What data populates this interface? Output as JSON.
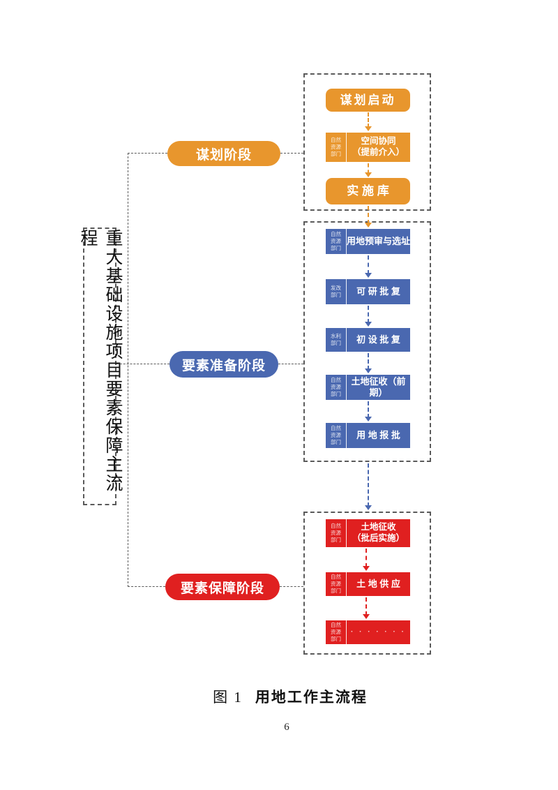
{
  "side_title": "重大基础设施项目要素保障主流程",
  "caption": {
    "figure_label": "图 1",
    "figure_title": "用地工作主流程"
  },
  "page_number": "6",
  "colors": {
    "orange": "#E8962D",
    "blue": "#4A68B0",
    "red": "#E02020"
  },
  "stages": [
    {
      "label": "谋划阶段",
      "color": "#E8962D",
      "steps": [
        {
          "dept": "",
          "label": "谋划启动"
        },
        {
          "dept": "自然\n资源\n部门",
          "label": "空间协同\n（提前介入）"
        },
        {
          "dept": "",
          "label": "实 施 库"
        }
      ]
    },
    {
      "label": "要素准备阶段",
      "color": "#4A68B0",
      "steps": [
        {
          "dept": "自然\n资源\n部门",
          "label": "用地预审与选址"
        },
        {
          "dept": "发改\n部门",
          "label": "可 研 批 复"
        },
        {
          "dept": "水利\n部门",
          "label": "初 设 批 复"
        },
        {
          "dept": "自然\n资源\n部门",
          "label": "土地征收（前期）"
        },
        {
          "dept": "自然\n资源\n部门",
          "label": "用 地 报 批"
        }
      ]
    },
    {
      "label": "要素保障阶段",
      "color": "#E02020",
      "steps": [
        {
          "dept": "自然\n资源\n部门",
          "label": "土地征收\n（批后实施）"
        },
        {
          "dept": "自然\n资源\n部门",
          "label": "土 地 供 应"
        },
        {
          "dept": "自然\n资源\n部门",
          "label": "· · · · · · ·"
        }
      ]
    }
  ]
}
